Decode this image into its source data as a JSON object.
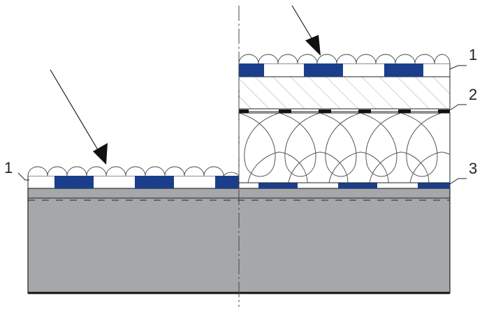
{
  "callouts": {
    "left_1": "1",
    "right_1": "1",
    "right_2": "2",
    "right_3": "3"
  },
  "colors": {
    "substrate": "#a5a8ab",
    "membrane_blue": "#1b3e8c",
    "line": "#222222",
    "background": "#ffffff"
  }
}
